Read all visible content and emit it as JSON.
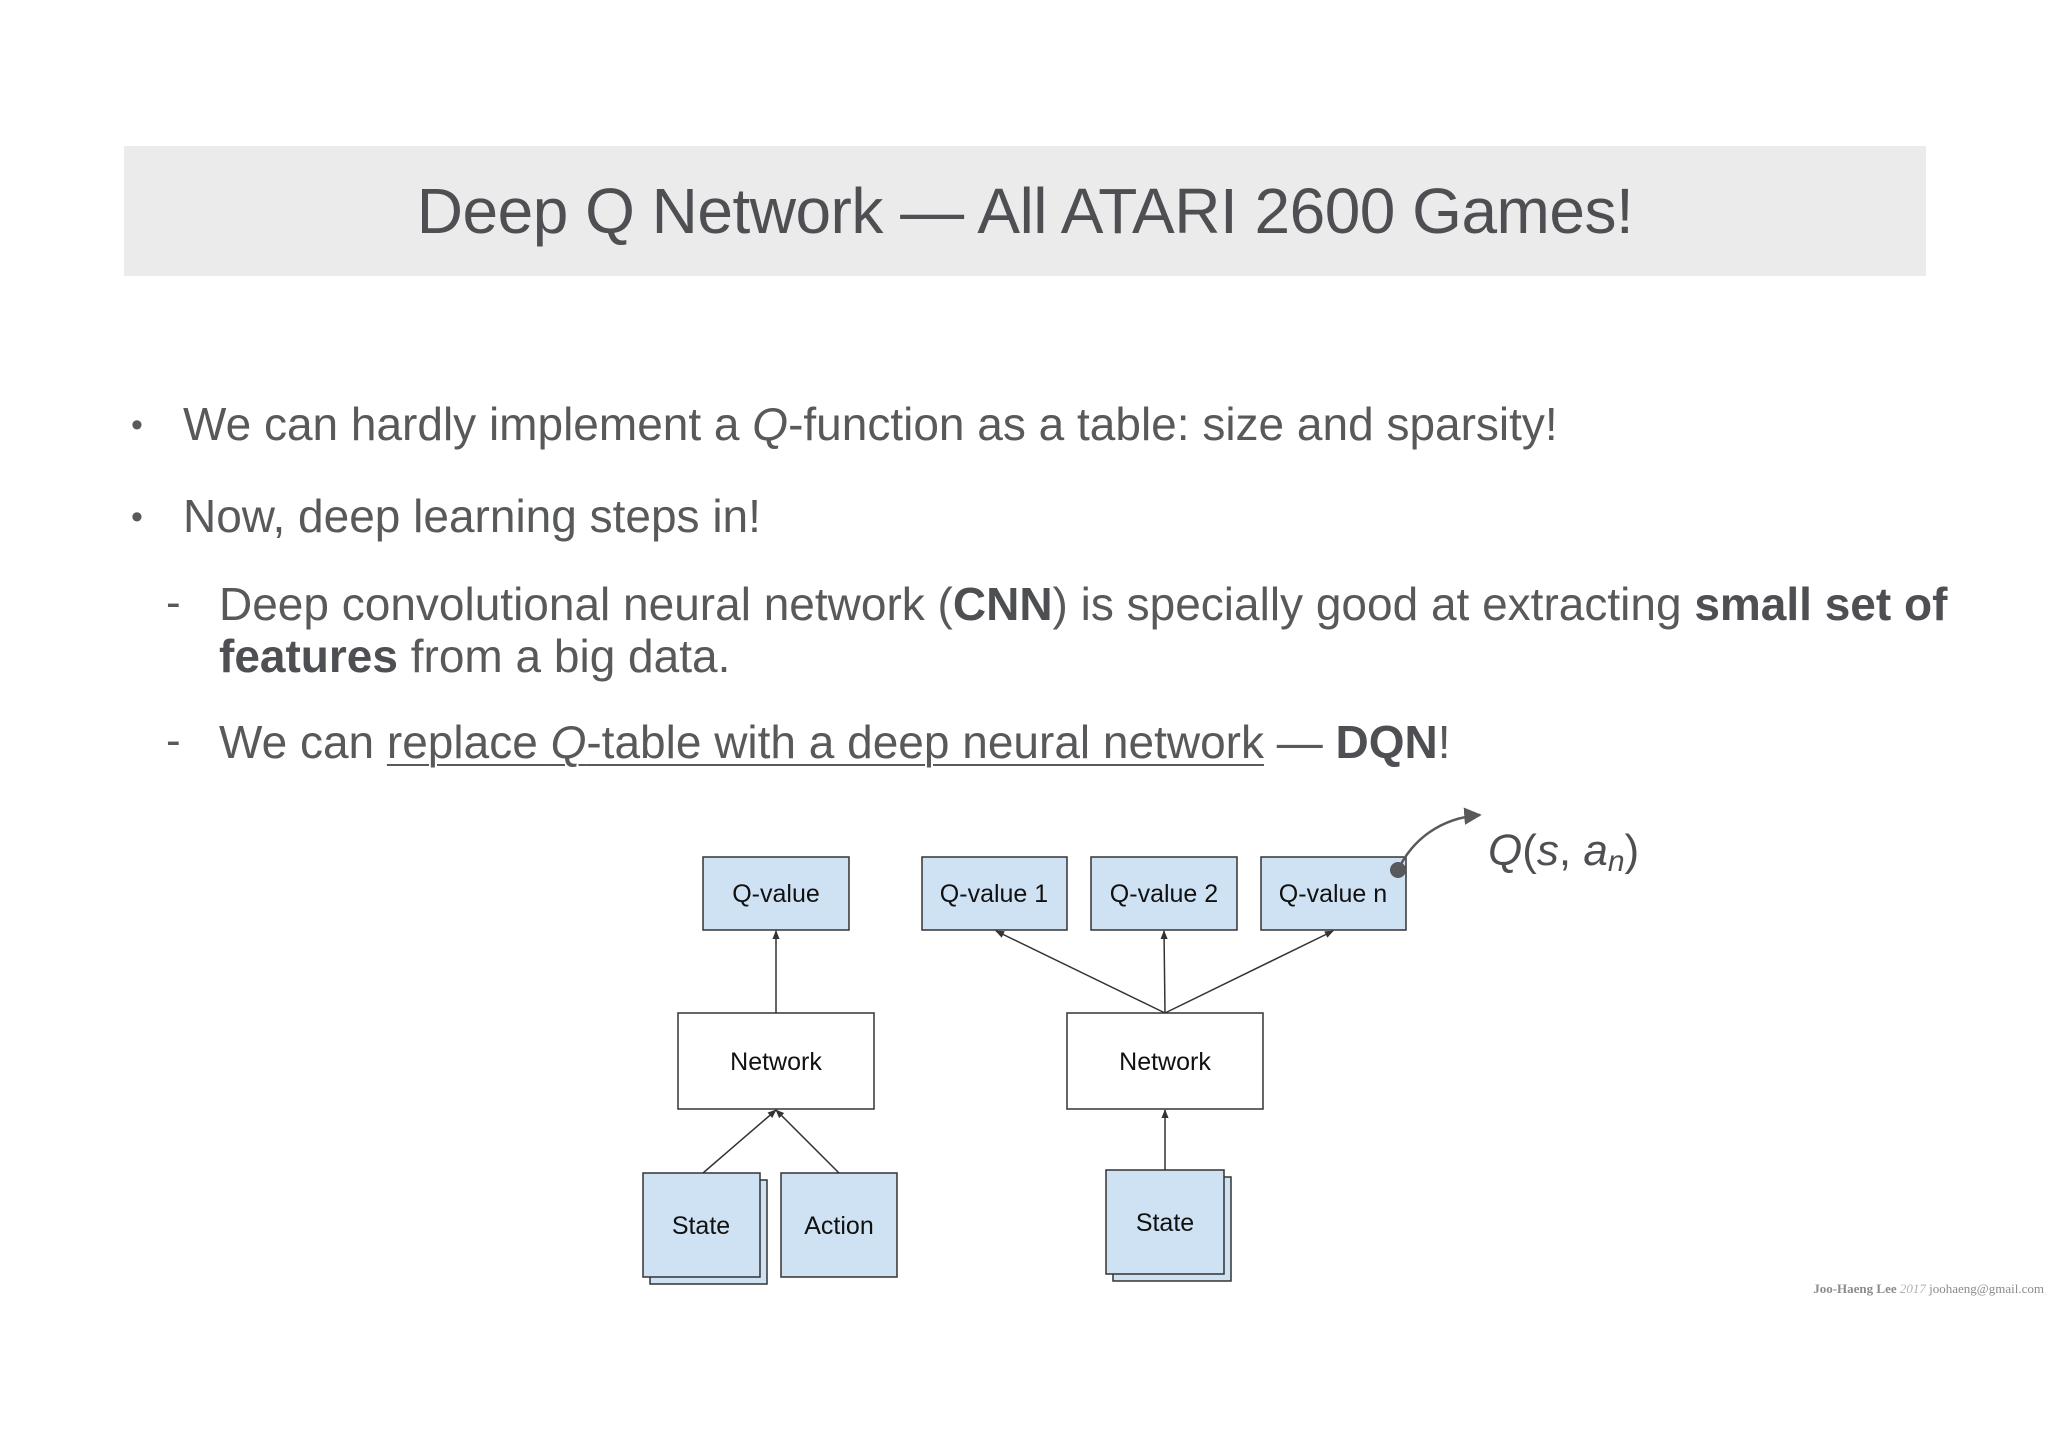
{
  "slide": {
    "title": "Deep Q Network — All ATARI 2600 Games!",
    "bullets": [
      {
        "pre": "We can hardly implement a ",
        "q": "Q",
        "post": "-function as a table: size and sparsity!"
      },
      {
        "text": "Now, deep learning steps in!"
      }
    ],
    "sub_bullets": [
      {
        "p1": "Deep convolutional neural network (",
        "bold1": "CNN",
        "p2": ") is specially good at extracting ",
        "bold2": "small set of",
        "bold3": "features",
        "p3": " from a big data."
      },
      {
        "p1": "We can ",
        "u1": "replace ",
        "uq": "Q",
        "u2": "-table with a deep neural network",
        "p2": " — ",
        "bold": "DQN",
        "p3": "!"
      }
    ]
  },
  "diagram": {
    "left": {
      "output": "Q-value",
      "network": "Network",
      "inputs": [
        "State",
        "Action"
      ]
    },
    "right": {
      "outputs": [
        "Q-value 1",
        "Q-value 2",
        "Q-value n"
      ],
      "network": "Network",
      "input": "State"
    },
    "annotation": {
      "q": "Q",
      "open": "(",
      "s": "s",
      "comma": ", ",
      "a": "a",
      "sub": "n",
      "close": ")"
    },
    "colors": {
      "box_fill": "#cfe2f3",
      "stroke": "#333333"
    }
  },
  "footer": {
    "name": "Joo-Haeng Lee",
    "year": "2017",
    "email": "joohaeng@gmail.com"
  }
}
